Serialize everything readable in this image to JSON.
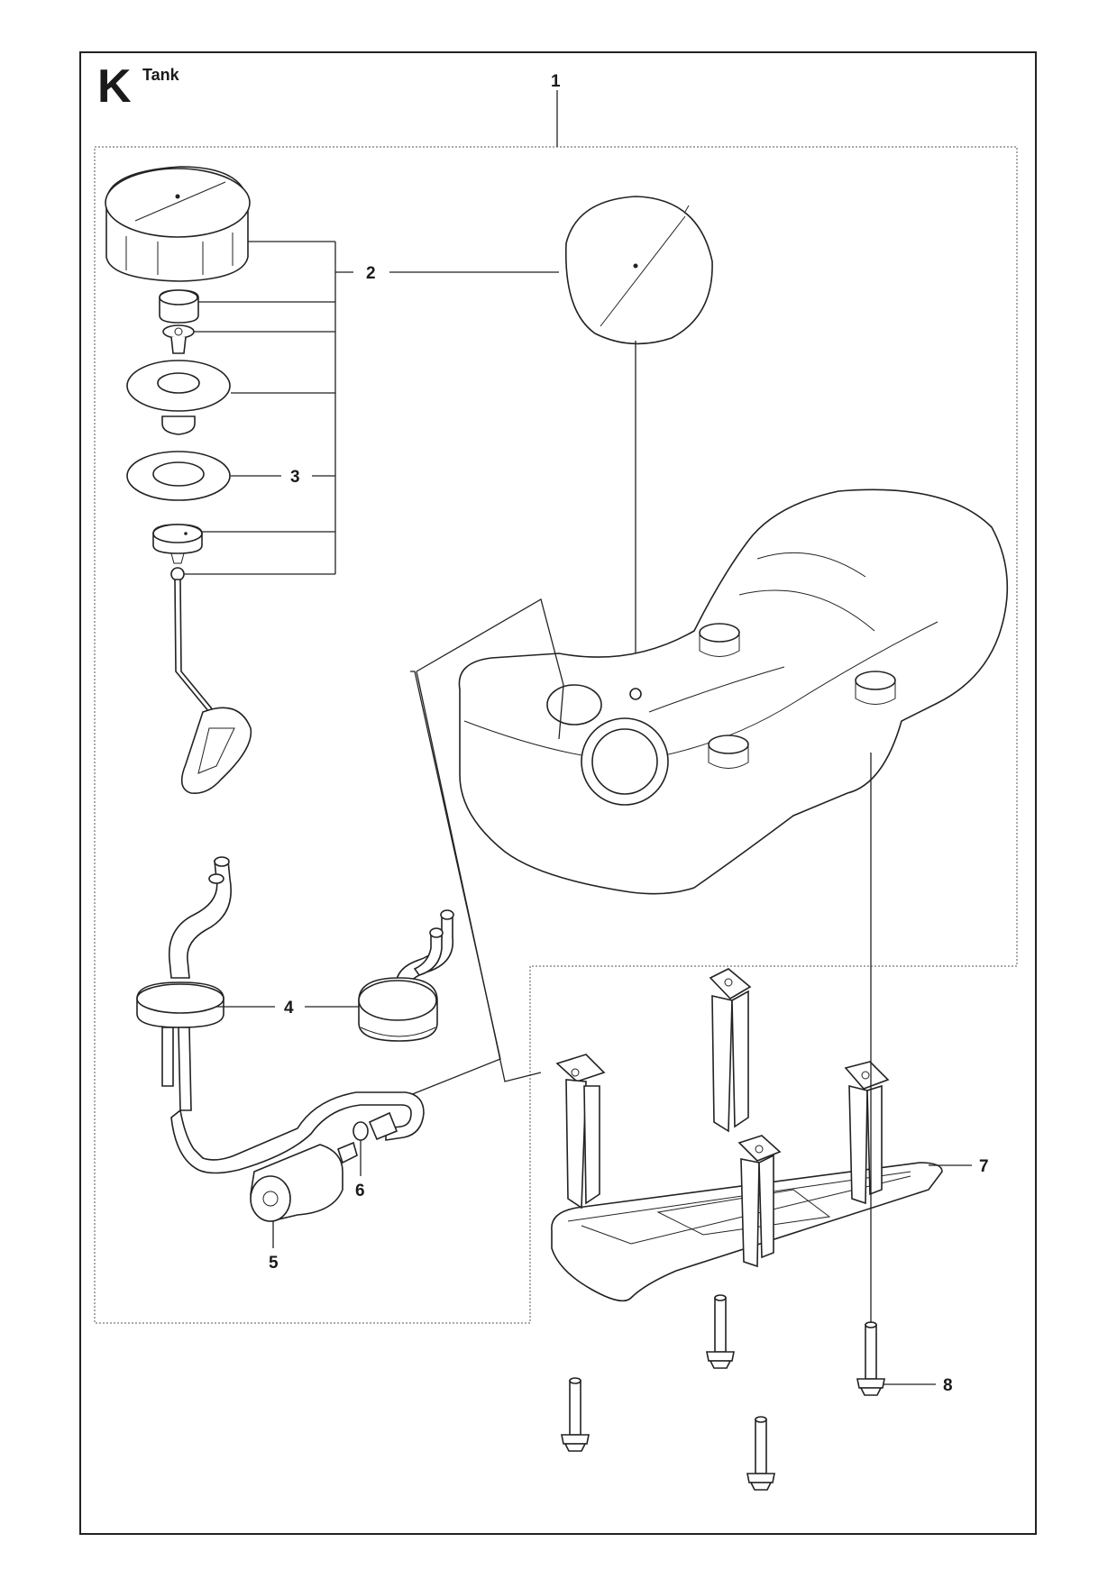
{
  "section": {
    "letter": "K",
    "title": "Tank"
  },
  "callouts": [
    {
      "id": "1",
      "label": "1"
    },
    {
      "id": "2",
      "label": "2"
    },
    {
      "id": "3",
      "label": "3"
    },
    {
      "id": "4",
      "label": "4"
    },
    {
      "id": "5",
      "label": "5"
    },
    {
      "id": "6",
      "label": "6"
    },
    {
      "id": "7",
      "label": "7"
    },
    {
      "id": "8",
      "label": "8"
    }
  ]
}
